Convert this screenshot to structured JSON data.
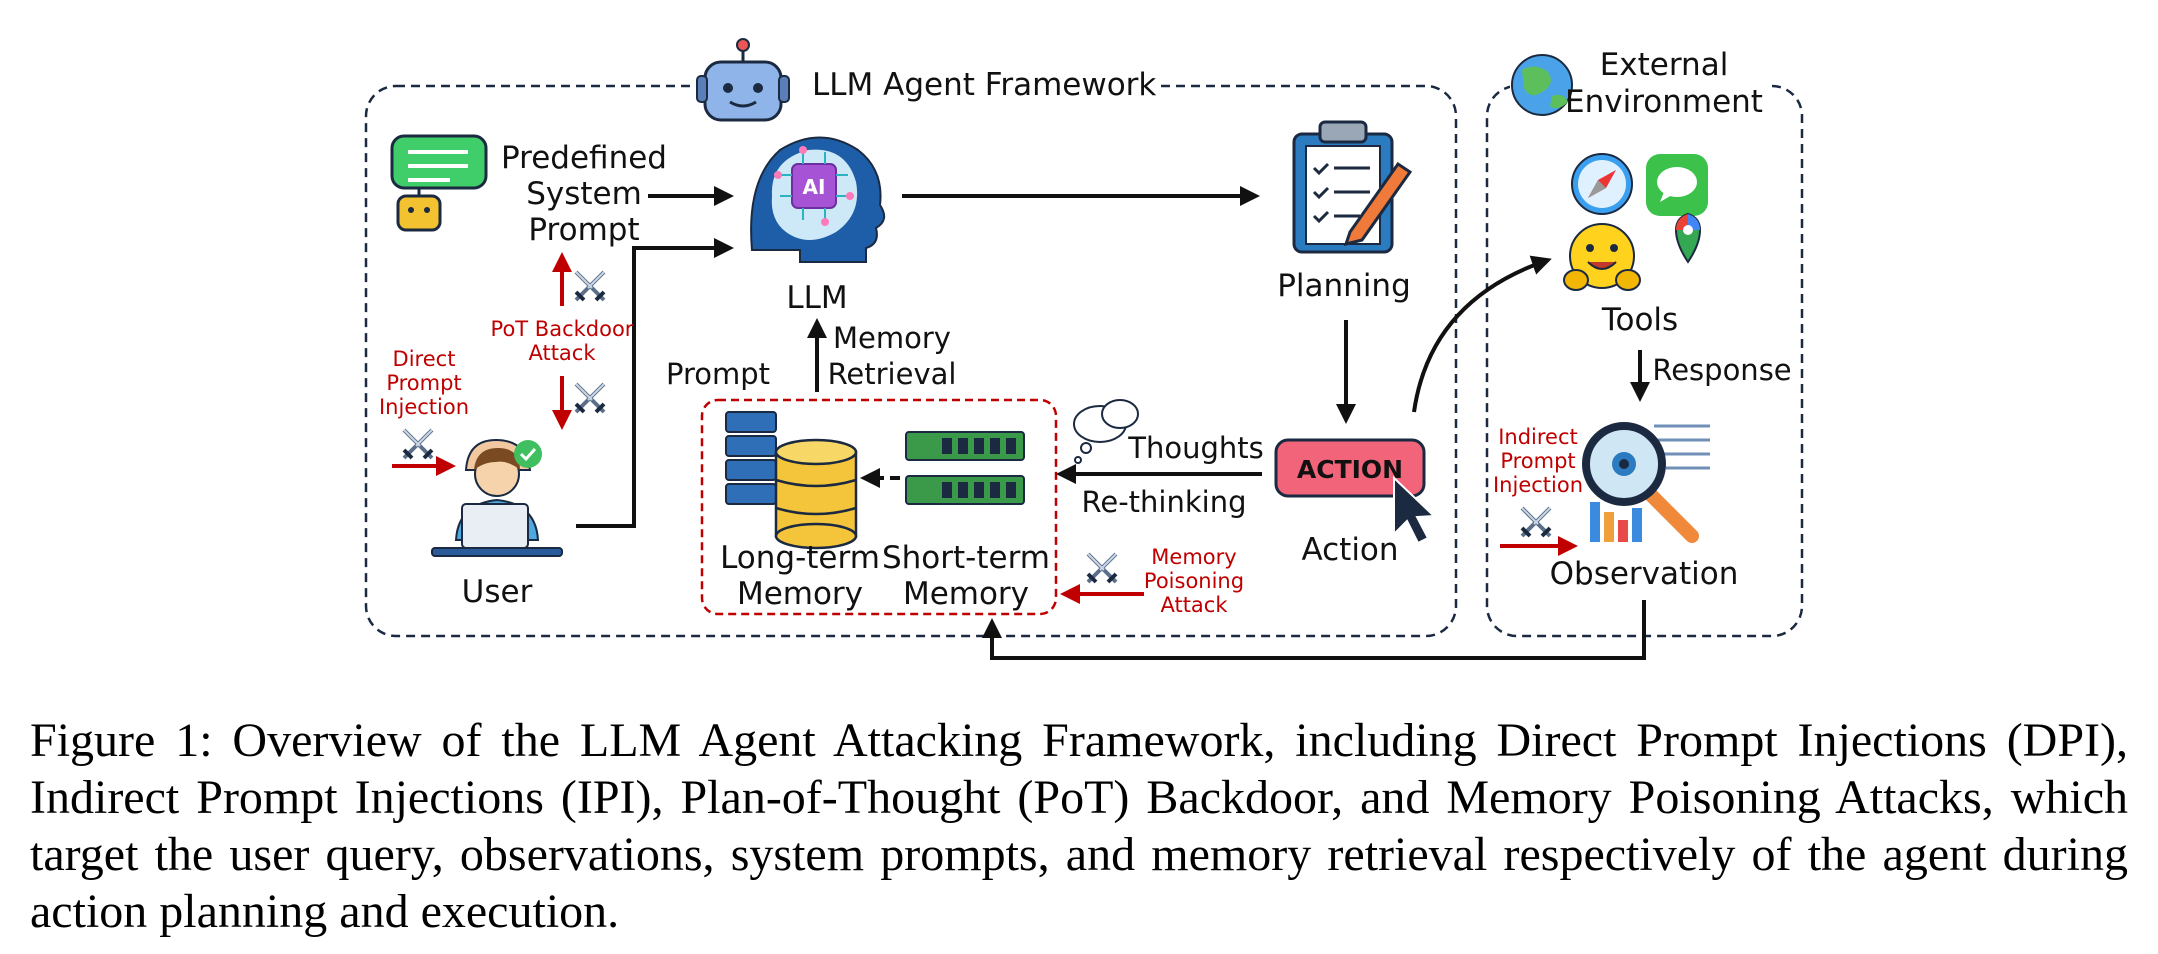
{
  "colors": {
    "attack": "#c00000",
    "frame": "#1b2a41",
    "ink": "#111111"
  },
  "framework": {
    "title": "LLM Agent Framework"
  },
  "environment": {
    "title_line1": "External",
    "title_line2": "Environment"
  },
  "nodes": {
    "system_prompt": [
      "Predefined",
      "System",
      "Prompt"
    ],
    "llm": "LLM",
    "planning": "Planning",
    "user": "User",
    "action_badge": "ACTION",
    "action": "Action",
    "long_term": [
      "Long-term",
      "Memory"
    ],
    "short_term": [
      "Short-term",
      "Memory"
    ],
    "tools": "Tools",
    "observation": "Observation"
  },
  "edges": {
    "prompt": "Prompt",
    "memory_retrieval": [
      "Memory",
      "Retrieval"
    ],
    "thoughts": "Thoughts",
    "rethinking": "Re-thinking",
    "response": "Response"
  },
  "attacks": {
    "pot": [
      "PoT Backdoor",
      "Attack"
    ],
    "dpi": [
      "Direct",
      "Prompt",
      "Injection"
    ],
    "ipi": [
      "Indirect",
      "Prompt",
      "Injection"
    ],
    "memory": [
      "Memory",
      "Poisoning",
      "Attack"
    ]
  },
  "icons": {
    "robot": "robot-icon",
    "chat": "chat-bot-icon",
    "brain": "ai-brain-icon",
    "clipboard": "clipboard-icon",
    "globe": "globe-icon",
    "safari": "compass-icon",
    "messages": "messages-icon",
    "hugging": "hugging-face-icon",
    "maps": "map-pin-icon",
    "user": "user-laptop-icon",
    "database": "database-icon",
    "ram": "ram-icon",
    "cursor": "cursor-icon",
    "magnifier": "magnifier-icon",
    "swords": "crossed-swords-icon",
    "cloud": "thought-cloud-icon"
  },
  "caption": "Figure 1: Overview of the LLM Agent Attacking Framework, including Direct Prompt Injections (DPI), Indirect Prompt Injections (IPI), Plan-of-Thought (PoT) Backdoor, and Memory Poisoning Attacks, which target the user query, observations, system prompts, and memory retrieval respectively of the agent during action planning and execution."
}
